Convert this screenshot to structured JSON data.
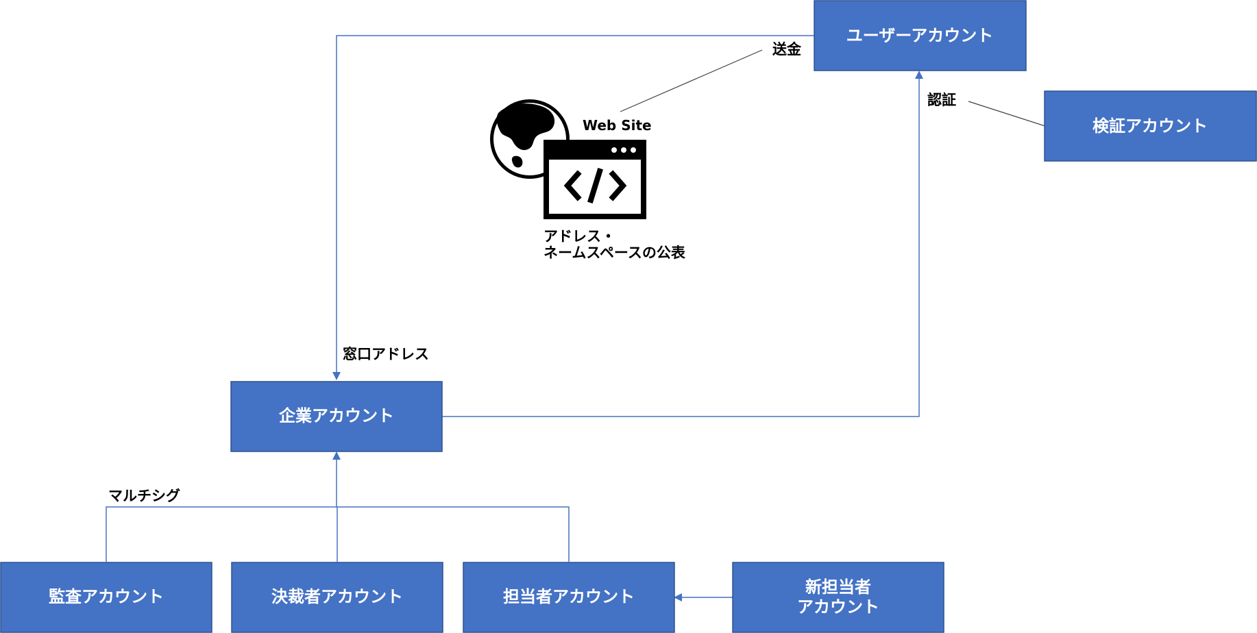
{
  "diagram": {
    "boxes": {
      "user_account": "ユーザーアカウント",
      "verify_account": "検証アカウント",
      "company_account": "企業アカウント",
      "audit_account": "監査アカウント",
      "approver_account": "決裁者アカウント",
      "staff_account": "担当者アカウント",
      "new_staff_account_line1": "新担当者",
      "new_staff_account_line2": "アカウント"
    },
    "labels": {
      "remittance": "送金",
      "authentication": "認証",
      "contact_address": "窓口アドレス",
      "multisig": "マルチシグ",
      "publish_line1": "アドレス・",
      "publish_line2": "ネームスペースの公表"
    },
    "website": {
      "title": "Web Site",
      "icon": "globe-browser-code-icon"
    },
    "colors": {
      "box_fill": "#4472c4",
      "box_border": "#2f528f",
      "connector": "#4472c4",
      "box_text": "#ffffff",
      "label_text": "#000000"
    }
  }
}
